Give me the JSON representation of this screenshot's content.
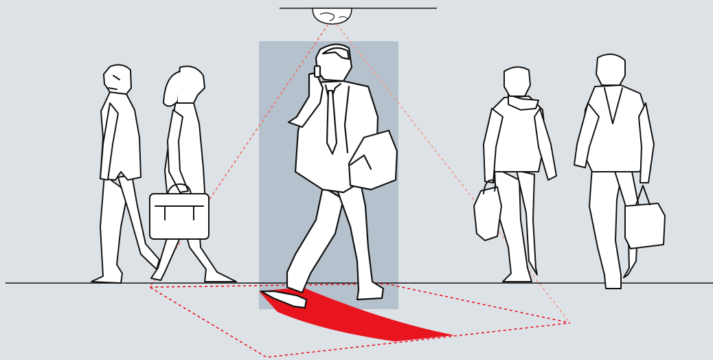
{
  "scene": {
    "background_color": "#dde2e7",
    "highlight_zone_color": "#b5c1cc",
    "detection_color": "#e8141e",
    "line_color": "#111111",
    "figure_fill": "#ffffff",
    "camera_icon": "ceiling-dome-camera-icon",
    "figures": [
      {
        "name": "woman-walking-left"
      },
      {
        "name": "woman-with-briefcase"
      },
      {
        "name": "man-on-phone-with-bag"
      },
      {
        "name": "man-with-shopping-bag"
      },
      {
        "name": "man-with-suitcase"
      }
    ]
  }
}
